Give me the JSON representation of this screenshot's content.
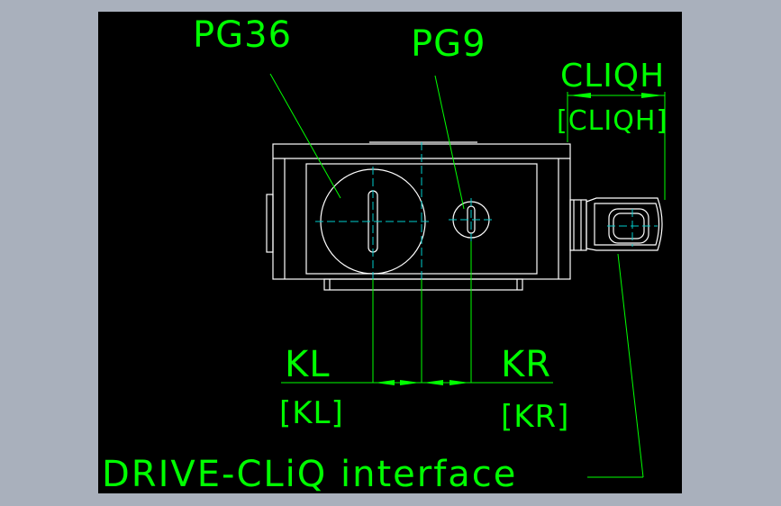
{
  "colors": {
    "window_bg": "#a9b0bc",
    "canvas_bg": "#000000",
    "outline": "#ffffff",
    "dimension": "#00ff00",
    "centerline": "#00cccc"
  },
  "labels": {
    "pg36": "PG36",
    "pg9": "PG9",
    "cliqh": "CLIQH",
    "cliqh_bracket": "[CLIQH]",
    "kl": "KL",
    "kl_bracket": "[KL]",
    "kr": "KR",
    "kr_bracket": "[KR]",
    "drive_cliq": "DRIVE-CLiQ interface"
  }
}
